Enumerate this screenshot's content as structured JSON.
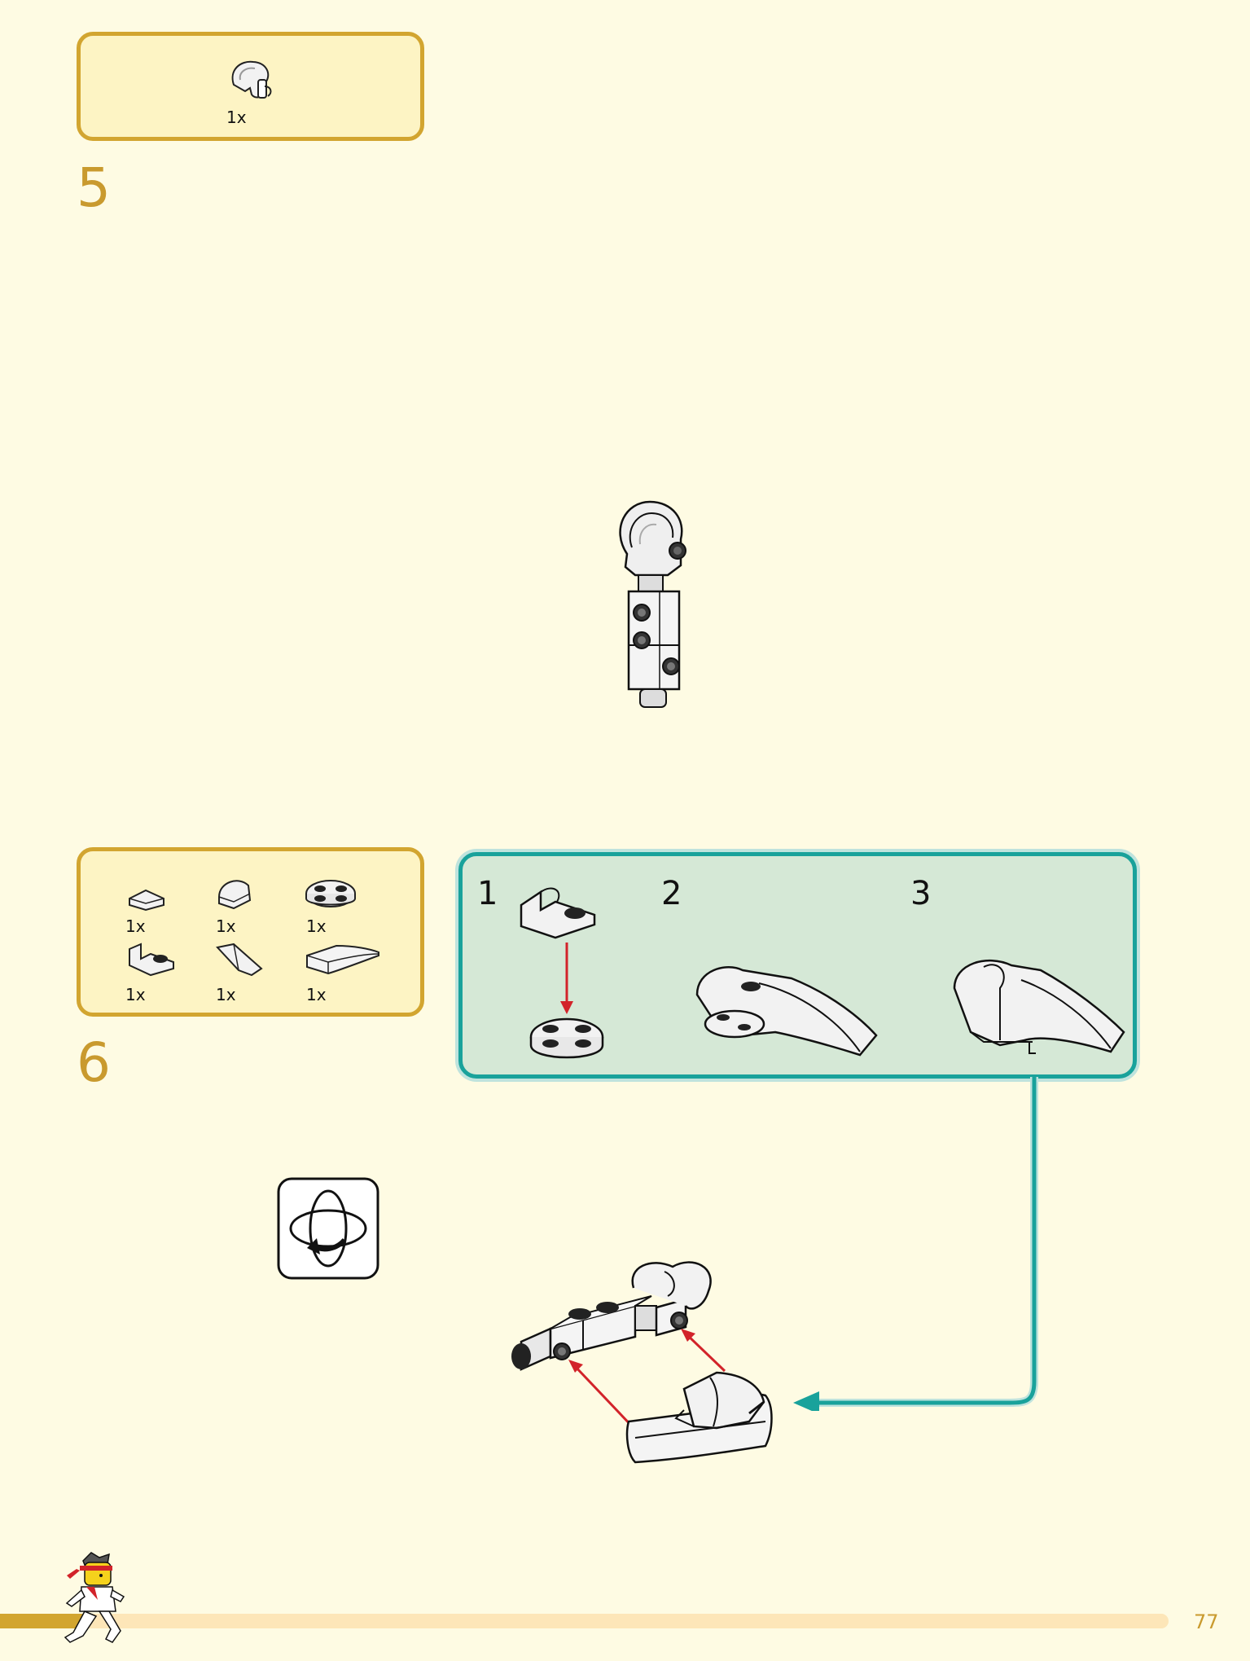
{
  "step5": {
    "number": "5",
    "parts": [
      {
        "icon": "curved-hinge-brick-icon",
        "qty": "1x"
      }
    ]
  },
  "step6": {
    "number": "6",
    "parts": [
      {
        "icon": "wedge-plate-icon",
        "qty": "1x"
      },
      {
        "icon": "curved-slope-icon",
        "qty": "1x"
      },
      {
        "icon": "round-plate-icon",
        "qty": "1x"
      },
      {
        "icon": "bracket-plate-icon",
        "qty": "1x"
      },
      {
        "icon": "wing-slope-icon",
        "qty": "1x"
      },
      {
        "icon": "long-curved-slope-icon",
        "qty": "1x"
      }
    ],
    "substeps": [
      "1",
      "2",
      "3"
    ],
    "rotate_icon": "rotate-model-icon"
  },
  "colors": {
    "accent": "#d2a530",
    "substep_border": "#19a29b",
    "arrow": "#d2232a",
    "page_bg": "#fefbe3"
  },
  "footer": {
    "page_number": "77",
    "mascot_icon": "running-minifigure-icon"
  }
}
